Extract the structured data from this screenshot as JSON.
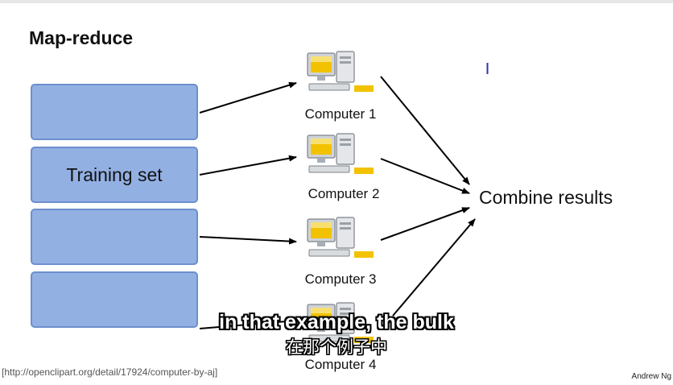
{
  "slide": {
    "title": "Map-reduce",
    "training_set_label": "Training set",
    "combine_label": "Combine results",
    "computers": [
      {
        "label": "Computer 1"
      },
      {
        "label": "Computer 2"
      },
      {
        "label": "Computer 3"
      },
      {
        "label": "Computer 4"
      }
    ],
    "source_credit": "[http://openclipart.org/detail/17924/computer-by-aj]",
    "author_credit": "Andrew Ng"
  },
  "subtitles": {
    "english": "in that example, the bulk",
    "chinese": "在那个例子中"
  },
  "colors": {
    "block_fill": "#93b0e3",
    "block_border": "#6d8fcc",
    "monitor_screen": "#f2c200",
    "cursor": "#3333aa"
  }
}
